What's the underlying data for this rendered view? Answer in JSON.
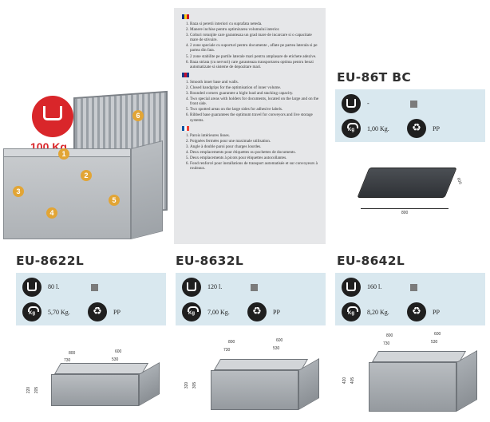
{
  "hero": {
    "weight_label": "100 Kg.",
    "callouts": [
      "1",
      "2",
      "3",
      "4",
      "5",
      "6"
    ]
  },
  "features": {
    "ro": [
      "Baza si peretii interiori cu suprafata neteda.",
      "Manere inchise pentru optimizarea volumului interior.",
      "Colturi rotunjite care garanteaza un grad mare de incarcare si o capacitate mare de stivuire.",
      "2 zone speciale cu suporturi pentru documente , aflate pe partea laterala si pe partea din fata.",
      "2 zone stabilite pe partile laterale mari pentru amplasare de etichete adezive.",
      "Baza striata (cu nervuri) care garanteaza transportarea optima pentru benzi automatizate si sisteme de depozitare mari."
    ],
    "en": [
      "Smooth inner base and walls.",
      "Closed handgrips for the optimisation of inner volume.",
      "Rounded corners guarantee a hight load and stacking capacity.",
      "Two special areas with holders for documents, located on the large and on the front side.",
      "Two spotted areas on the large sides for adhesive labels.",
      "Ribbed base guarantees the optimum travel for conveyors and live storage systems."
    ],
    "fr": [
      "Parois intérieures lisses.",
      "Poignées fermées pour une maximale utilisation.",
      "Angle à double paroi pour charges lourdes.",
      "Deux emplacements pour étiquettes ou pochettes de documents.",
      "Deux emplacements à picots pour étiquettes autocollantes.",
      "Fond renforcé pour installations de transport automatisée et sur convoyeurs à rouleaux."
    ]
  },
  "products": {
    "p86t": {
      "title": "EU-86T BC",
      "volume": "-",
      "weight": "1,00 Kg.",
      "material": "PP",
      "dims": [
        "800",
        "600"
      ]
    },
    "p8622": {
      "title": "EU-8622L",
      "volume": "80 l.",
      "weight": "5,70 Kg.",
      "material": "PP",
      "dims": [
        "800",
        "730",
        "600",
        "530",
        "220",
        "205"
      ]
    },
    "p8632": {
      "title": "EU-8632L",
      "volume": "120 l.",
      "weight": "7,00 Kg.",
      "material": "PP",
      "dims": [
        "800",
        "730",
        "600",
        "530",
        "320",
        "305"
      ]
    },
    "p8642": {
      "title": "EU-8642L",
      "volume": "160 l.",
      "weight": "8,20 Kg.",
      "material": "PP",
      "dims": [
        "800",
        "730",
        "600",
        "530",
        "420",
        "405"
      ]
    }
  },
  "icons": {
    "volume": "crate-volume-icon",
    "weight": "kg-weight-icon",
    "material": "recycle-pp-icon",
    "color_swatch": "grey-square-icon"
  },
  "colors": {
    "card_bg": "#d9e8ef",
    "accent_red": "#d9262a",
    "callout_orange": "#e2a535",
    "swatch_grey": "#7b7b7b"
  }
}
